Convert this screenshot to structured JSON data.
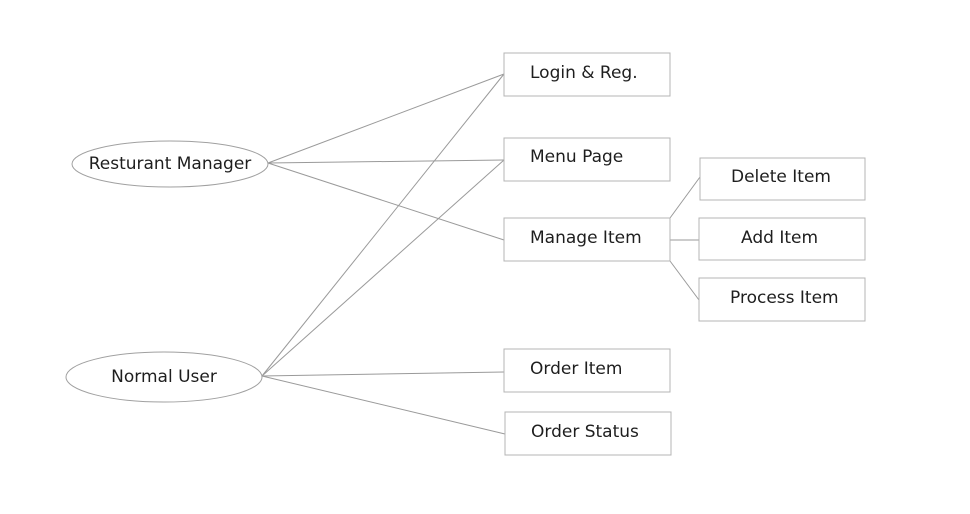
{
  "actors": [
    {
      "id": "manager",
      "label": "Resturant Manager"
    },
    {
      "id": "user",
      "label": "Normal User"
    }
  ],
  "boxes": [
    {
      "id": "login",
      "label": "Login & Reg."
    },
    {
      "id": "menu",
      "label": "Menu Page"
    },
    {
      "id": "manage",
      "label": "Manage Item"
    },
    {
      "id": "delete",
      "label": "Delete Item"
    },
    {
      "id": "add",
      "label": "Add Item"
    },
    {
      "id": "process",
      "label": "Process Item"
    },
    {
      "id": "order",
      "label": "Order Item"
    },
    {
      "id": "status",
      "label": "Order Status"
    }
  ],
  "connections": [
    {
      "from": "manager",
      "to": "login"
    },
    {
      "from": "manager",
      "to": "menu"
    },
    {
      "from": "manager",
      "to": "manage"
    },
    {
      "from": "user",
      "to": "login"
    },
    {
      "from": "user",
      "to": "menu"
    },
    {
      "from": "user",
      "to": "order"
    },
    {
      "from": "user",
      "to": "status"
    },
    {
      "from": "manage",
      "to": "delete"
    },
    {
      "from": "manage",
      "to": "add"
    },
    {
      "from": "manage",
      "to": "process"
    }
  ],
  "colors": {
    "line": "#9a9a9a",
    "border": "#b4b4b4",
    "text": "#1e1e1e"
  }
}
